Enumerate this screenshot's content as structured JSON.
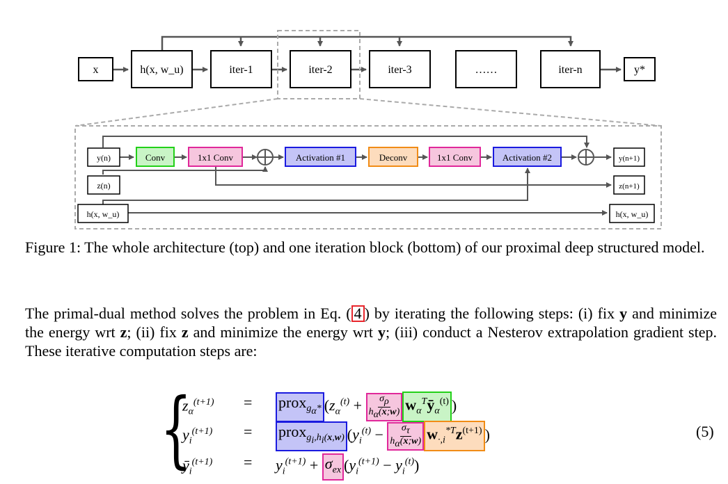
{
  "diagram": {
    "top_nodes": [
      "x",
      "h(x, w_u)",
      "iter-1",
      "iter-2",
      "iter-3",
      "……",
      "iter-n",
      "y*"
    ],
    "block_inputs": [
      "y(n)",
      "z(n)",
      "h(x, w_u)"
    ],
    "block_ops": [
      "Conv",
      "1x1 Conv",
      "Activation #1",
      "Deconv",
      "1x1 Conv",
      "Activation #2"
    ],
    "block_outputs": [
      "y(n+1)",
      "z(n+1)",
      "h(x, w_u)"
    ],
    "colors": {
      "conv_fill": "#c9f4c6",
      "conv_stroke": "#22d018",
      "conv1x1_fill": "#f6c6de",
      "conv1x1_stroke": "#e0289a",
      "act_fill": "#c4c4f7",
      "act_stroke": "#1a1adf",
      "deconv_fill": "#fddcbd",
      "deconv_stroke": "#f18c16",
      "line": "#555555"
    }
  },
  "caption": "Figure 1: The whole architecture (top) and one iteration block (bottom) of our proximal deep structured model.",
  "paragraph": {
    "p1": "The primal-dual method solves the problem in Eq. ",
    "ref": "4",
    "p2": " by iterating the following steps: (i) fix ",
    "v1": "y",
    "p3": " and minimize the energy wrt ",
    "v2": "z",
    "p4": "; (ii) fix ",
    "v3": "z",
    "p5": " and minimize the energy wrt ",
    "v4": "y",
    "p6": "; (iii) conduct a Nesterov extrapolation gradient step. These iterative computation steps are:"
  },
  "equation": {
    "number": "(5)",
    "eq_sign": "=",
    "prox": "prox"
  }
}
